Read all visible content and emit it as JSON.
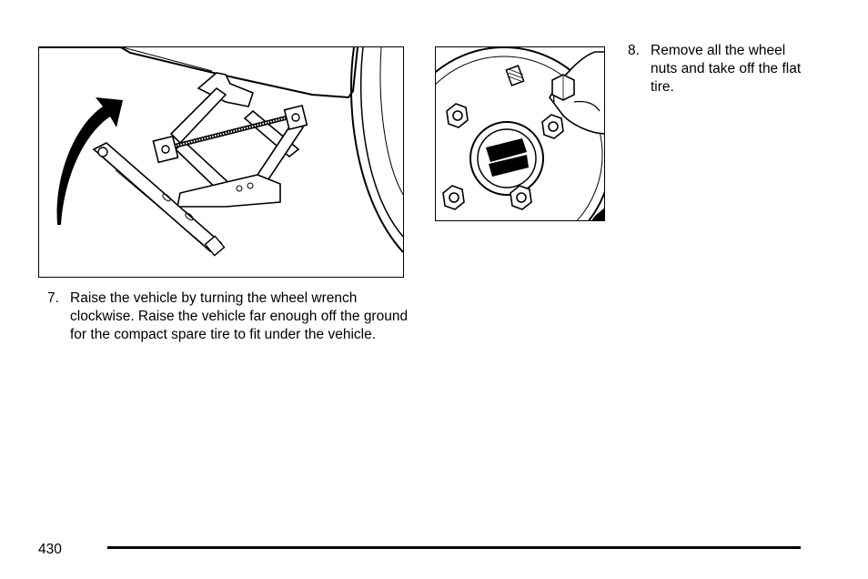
{
  "steps": [
    {
      "number": "7.",
      "text": "Raise the vehicle by turning the wheel wrench clockwise. Raise the vehicle far enough off the ground for the compact spare tire to fit under the vehicle."
    },
    {
      "number": "8.",
      "text": "Remove all the wheel nuts and take off the flat tire."
    }
  ],
  "figures": {
    "jack": {
      "icon": "scissor-jack-with-wrench-illustration"
    },
    "hub": {
      "icon": "wheel-hub-nut-removal-illustration"
    }
  },
  "footer": {
    "page_number": "430"
  }
}
